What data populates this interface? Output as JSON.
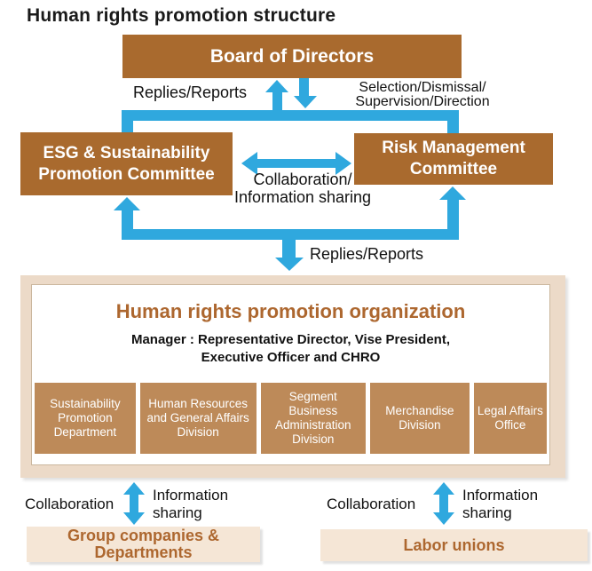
{
  "title": "Human rights promotion structure",
  "colors": {
    "brown": "#a96a2e",
    "light-brown": "#bd8a59",
    "blue": "#2fa8de",
    "tan-frame": "#ecdac8",
    "tan-box": "#f5e6d6",
    "brown-text": "#ad672f",
    "text-dark": "#1a1a1a"
  },
  "nodes": {
    "board": "Board of Directors",
    "esg_committee": "ESG & Sustainability\nPromotion Committee",
    "risk_committee": "Risk Management\nCommittee"
  },
  "edge_labels": {
    "replies_reports_top": "Replies/Reports",
    "selection": "Selection/Dismissal/\nSupervision/Direction",
    "collaboration_info": "Collaboration/\nInformation sharing",
    "replies_reports_bottom": "Replies/Reports",
    "collaboration_left": "Collaboration",
    "information_sharing_left": "Information\nsharing",
    "collaboration_right": "Collaboration",
    "information_sharing_right": "Information\nsharing"
  },
  "organization": {
    "title": "Human rights promotion organization",
    "manager": "Manager : Representative Director, Vise President,\nExecutive Officer and CHRO",
    "departments": [
      "Sustainability Promotion Department",
      "Human Resources and General Affairs Division",
      "Segment Business Administration Division",
      "Merchandise Division",
      "Legal Affairs Office"
    ]
  },
  "external": {
    "group_companies": "Group companies &\nDepartments",
    "labor_unions": "Labor unions"
  }
}
